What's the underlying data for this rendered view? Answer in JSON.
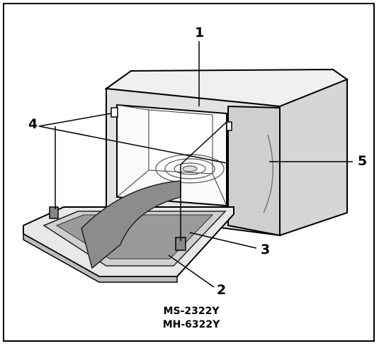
{
  "callouts": {
    "c1": "1",
    "c2": "2",
    "c3": "3",
    "c4": "4",
    "c5": "5"
  },
  "models": {
    "line1": "MS-2322Y",
    "line2": "MH-6322Y"
  }
}
